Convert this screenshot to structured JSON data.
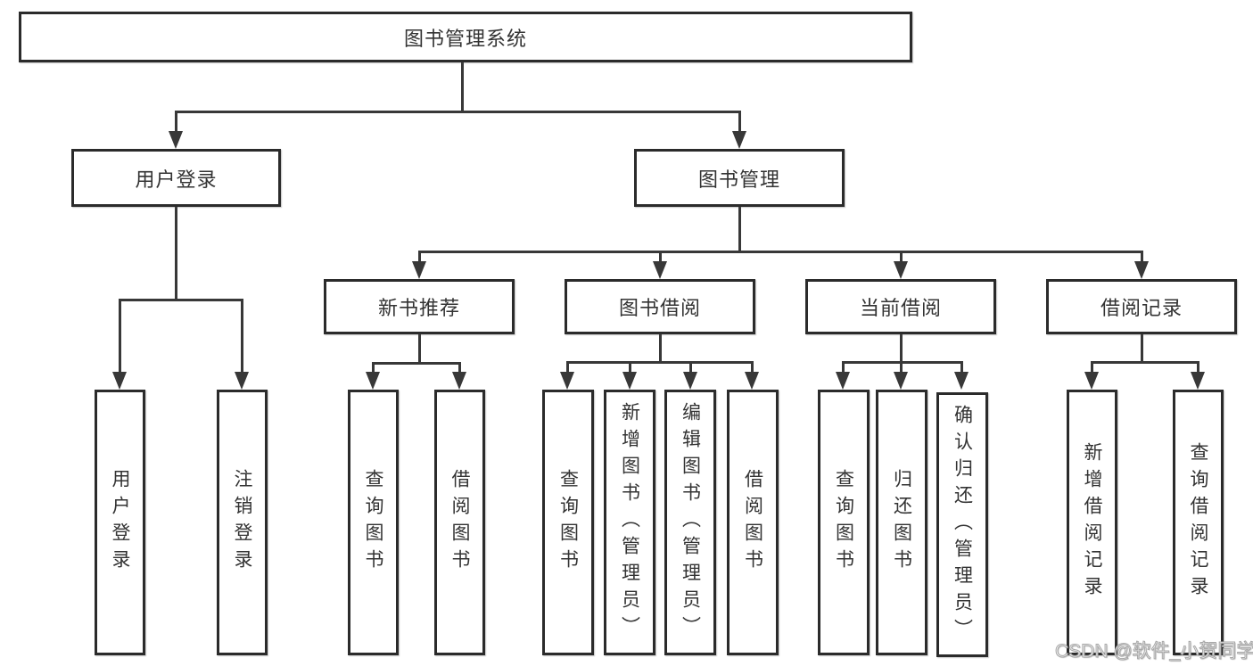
{
  "colors": {
    "line": "#383838",
    "text": "#333333",
    "bg": "#ffffff"
  },
  "watermark": {
    "text": "CSDN @软件_小贺同学"
  },
  "diagram": {
    "root": {
      "label": "图书管理系统",
      "children": [
        {
          "label": "用户登录",
          "children": [
            {
              "label": "用户登录"
            },
            {
              "label": "注销登录"
            }
          ]
        },
        {
          "label": "图书管理",
          "children": [
            {
              "label": "新书推荐",
              "children": [
                {
                  "label": "查询图书"
                },
                {
                  "label": "借阅图书"
                }
              ]
            },
            {
              "label": "图书借阅",
              "children": [
                {
                  "label": "查询图书"
                },
                {
                  "label": "新增图书（管理员）"
                },
                {
                  "label": "编辑图书（管理员）"
                },
                {
                  "label": "借阅图书"
                }
              ]
            },
            {
              "label": "当前借阅",
              "children": [
                {
                  "label": "查询图书"
                },
                {
                  "label": "归还图书"
                },
                {
                  "label": "确认归还（管理员）"
                }
              ]
            },
            {
              "label": "借阅记录",
              "children": [
                {
                  "label": "新增借阅记录"
                },
                {
                  "label": "查询借阅记录"
                }
              ]
            }
          ]
        }
      ]
    }
  }
}
